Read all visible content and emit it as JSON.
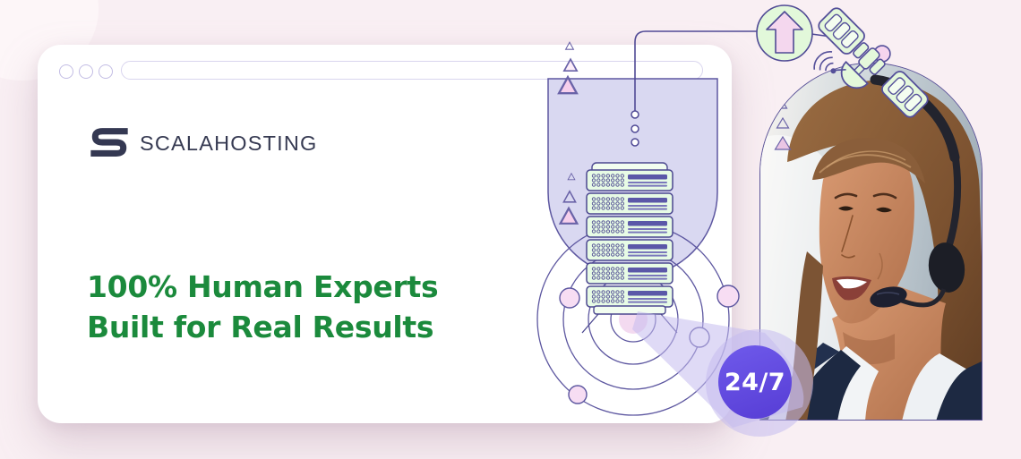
{
  "brand": {
    "name": "SCALAHOSTING",
    "logo_icon": "scala-s-icon",
    "logo_color": "#363a52"
  },
  "browser_chrome": {
    "window_dots_count": 3,
    "url_bar_value": "",
    "url_bar_placeholder": ""
  },
  "headline": {
    "line1": "100% Human Experts",
    "line2": "Built for Real Results",
    "color": "#1b8a3c"
  },
  "badge": {
    "label": "24/7",
    "background": "#6450e2",
    "text_color": "#ffffff"
  },
  "icons": {
    "upload_arrow": "upload-arrow-icon",
    "satellite": "satellite-icon",
    "server_stack": "server-stack-icon",
    "radar_rings": "radar-rings-icon",
    "connector_dots": "connector-dots-icon",
    "triangle_decor": "triangle-decor-icon",
    "support_agent_photo": "support-agent-photo"
  },
  "illustration": {
    "server_units": 6,
    "radar_rings": 4,
    "colors": {
      "background": "#f9eff3",
      "card": "#ffffff",
      "lavender_panel": "#d9d8f1",
      "outline_purple": "#55519b",
      "mint_green": "#e2f8da",
      "soft_pink": "#f4d7ee",
      "beam_translucent": "rgba(197,188,238,0.55)"
    }
  }
}
